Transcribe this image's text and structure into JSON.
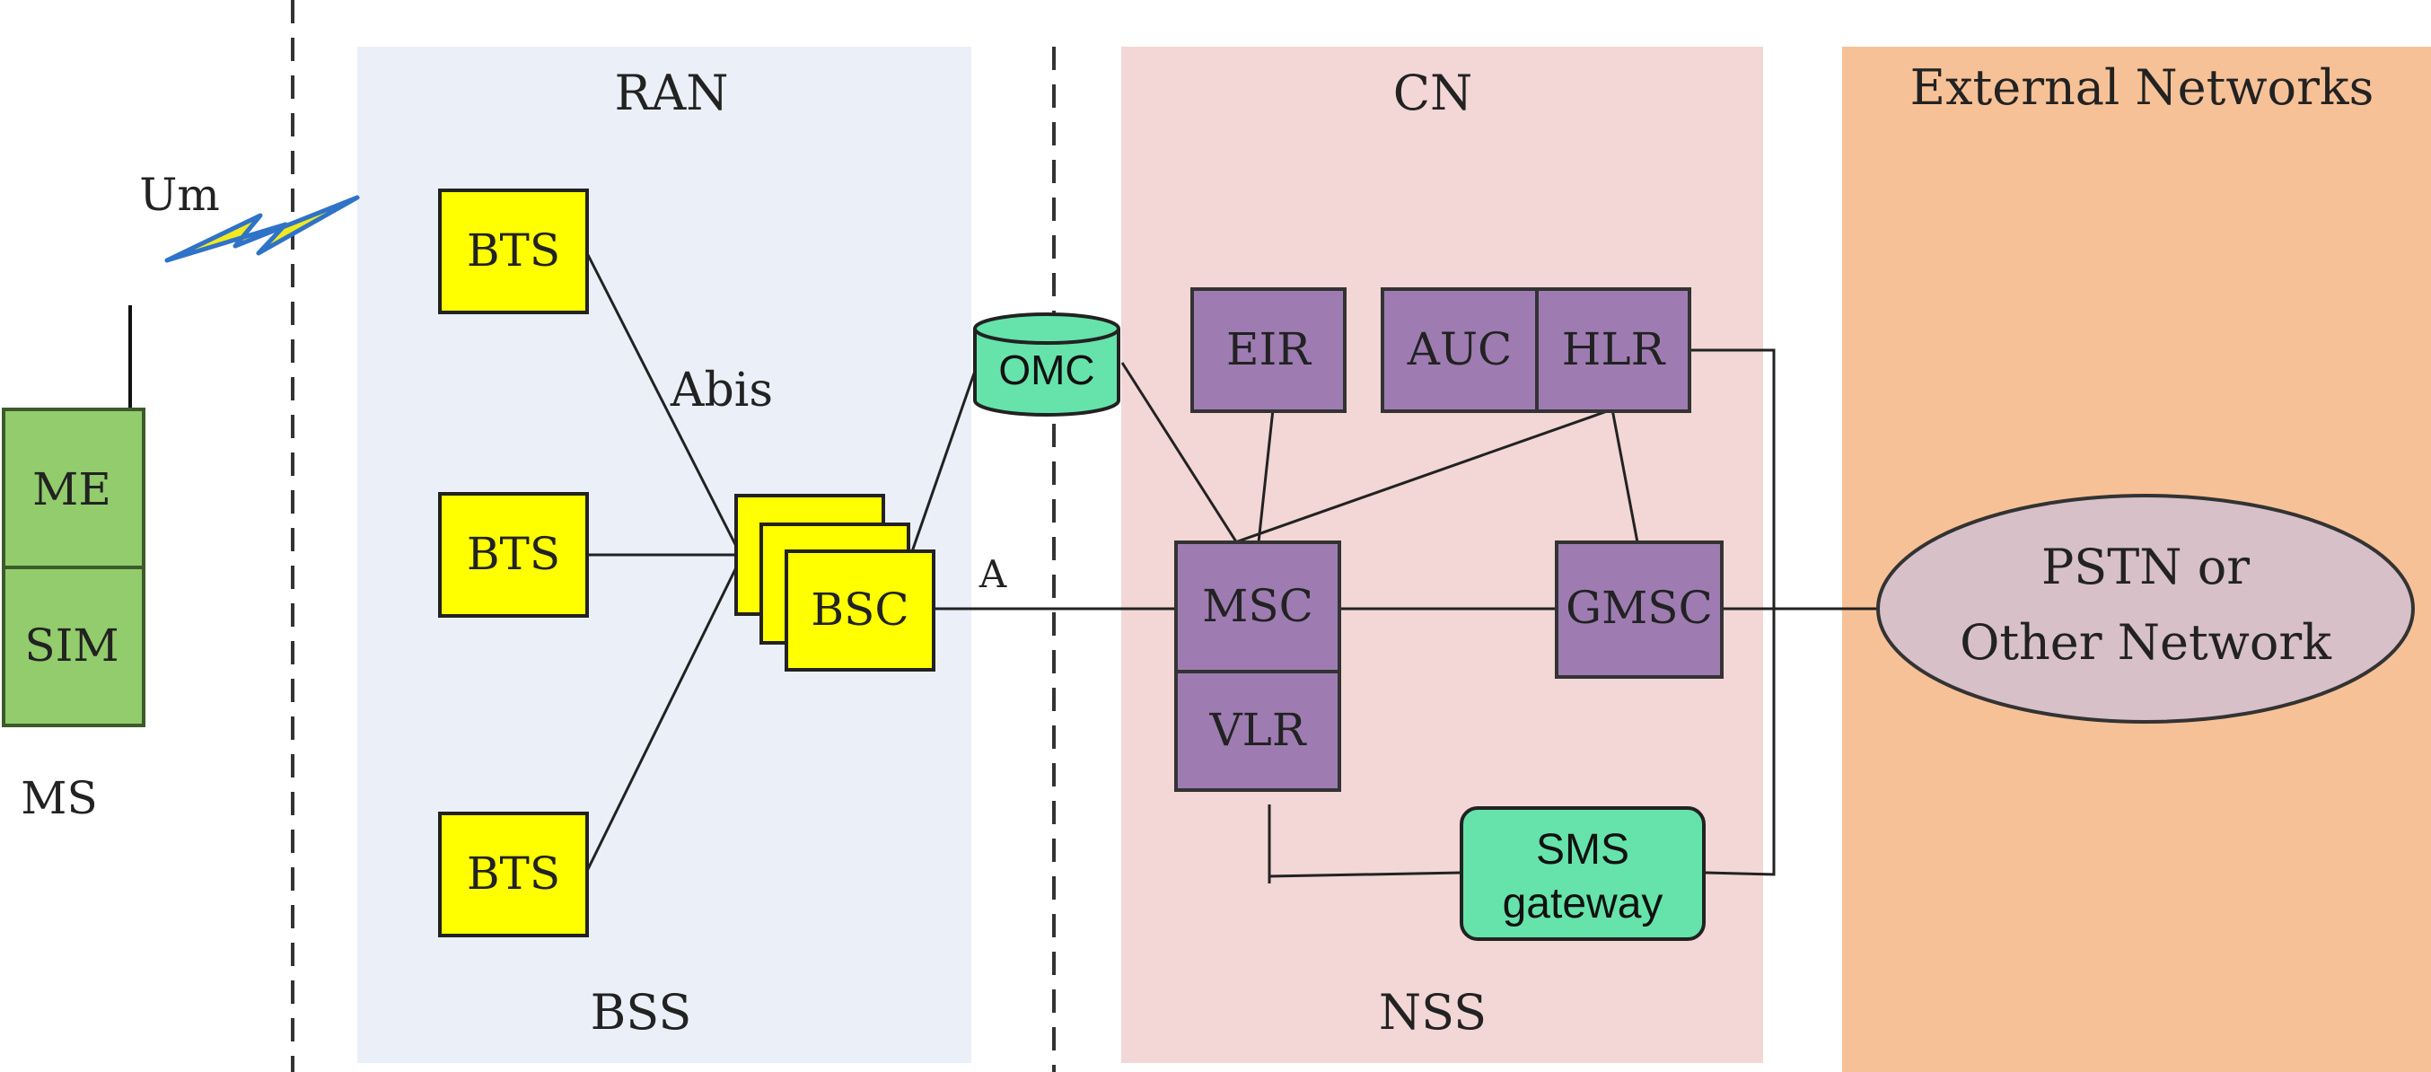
{
  "regions": {
    "ran": "RAN",
    "bss": "BSS",
    "cn": "CN",
    "nss": "NSS",
    "external": "External Networks"
  },
  "mobile_station": {
    "me": "ME",
    "sim": "SIM",
    "ms": "MS"
  },
  "interfaces": {
    "um": "Um",
    "abis": "Abis",
    "a": "A"
  },
  "nodes": {
    "bts": "BTS",
    "bsc": "BSC",
    "omc": "OMC",
    "eir": "EIR",
    "auc": "AUC",
    "hlr": "HLR",
    "msc": "MSC",
    "vlr": "VLR",
    "gmsc": "GMSC",
    "sms_line1": "SMS",
    "sms_line2": "gateway",
    "pstn_line1": "PSTN or",
    "pstn_line2": "Other Network"
  },
  "colors": {
    "ran_bg": "#ebeff8",
    "cn_bg": "#f3d6d6",
    "ext_bg": "#f7c197",
    "bts_fill": "#ffff00",
    "core_fill": "#9e7cb2",
    "green_fill": "#66e3aa",
    "ms_fill": "#92cc6c",
    "pstn_fill": "#d7c0c8"
  }
}
